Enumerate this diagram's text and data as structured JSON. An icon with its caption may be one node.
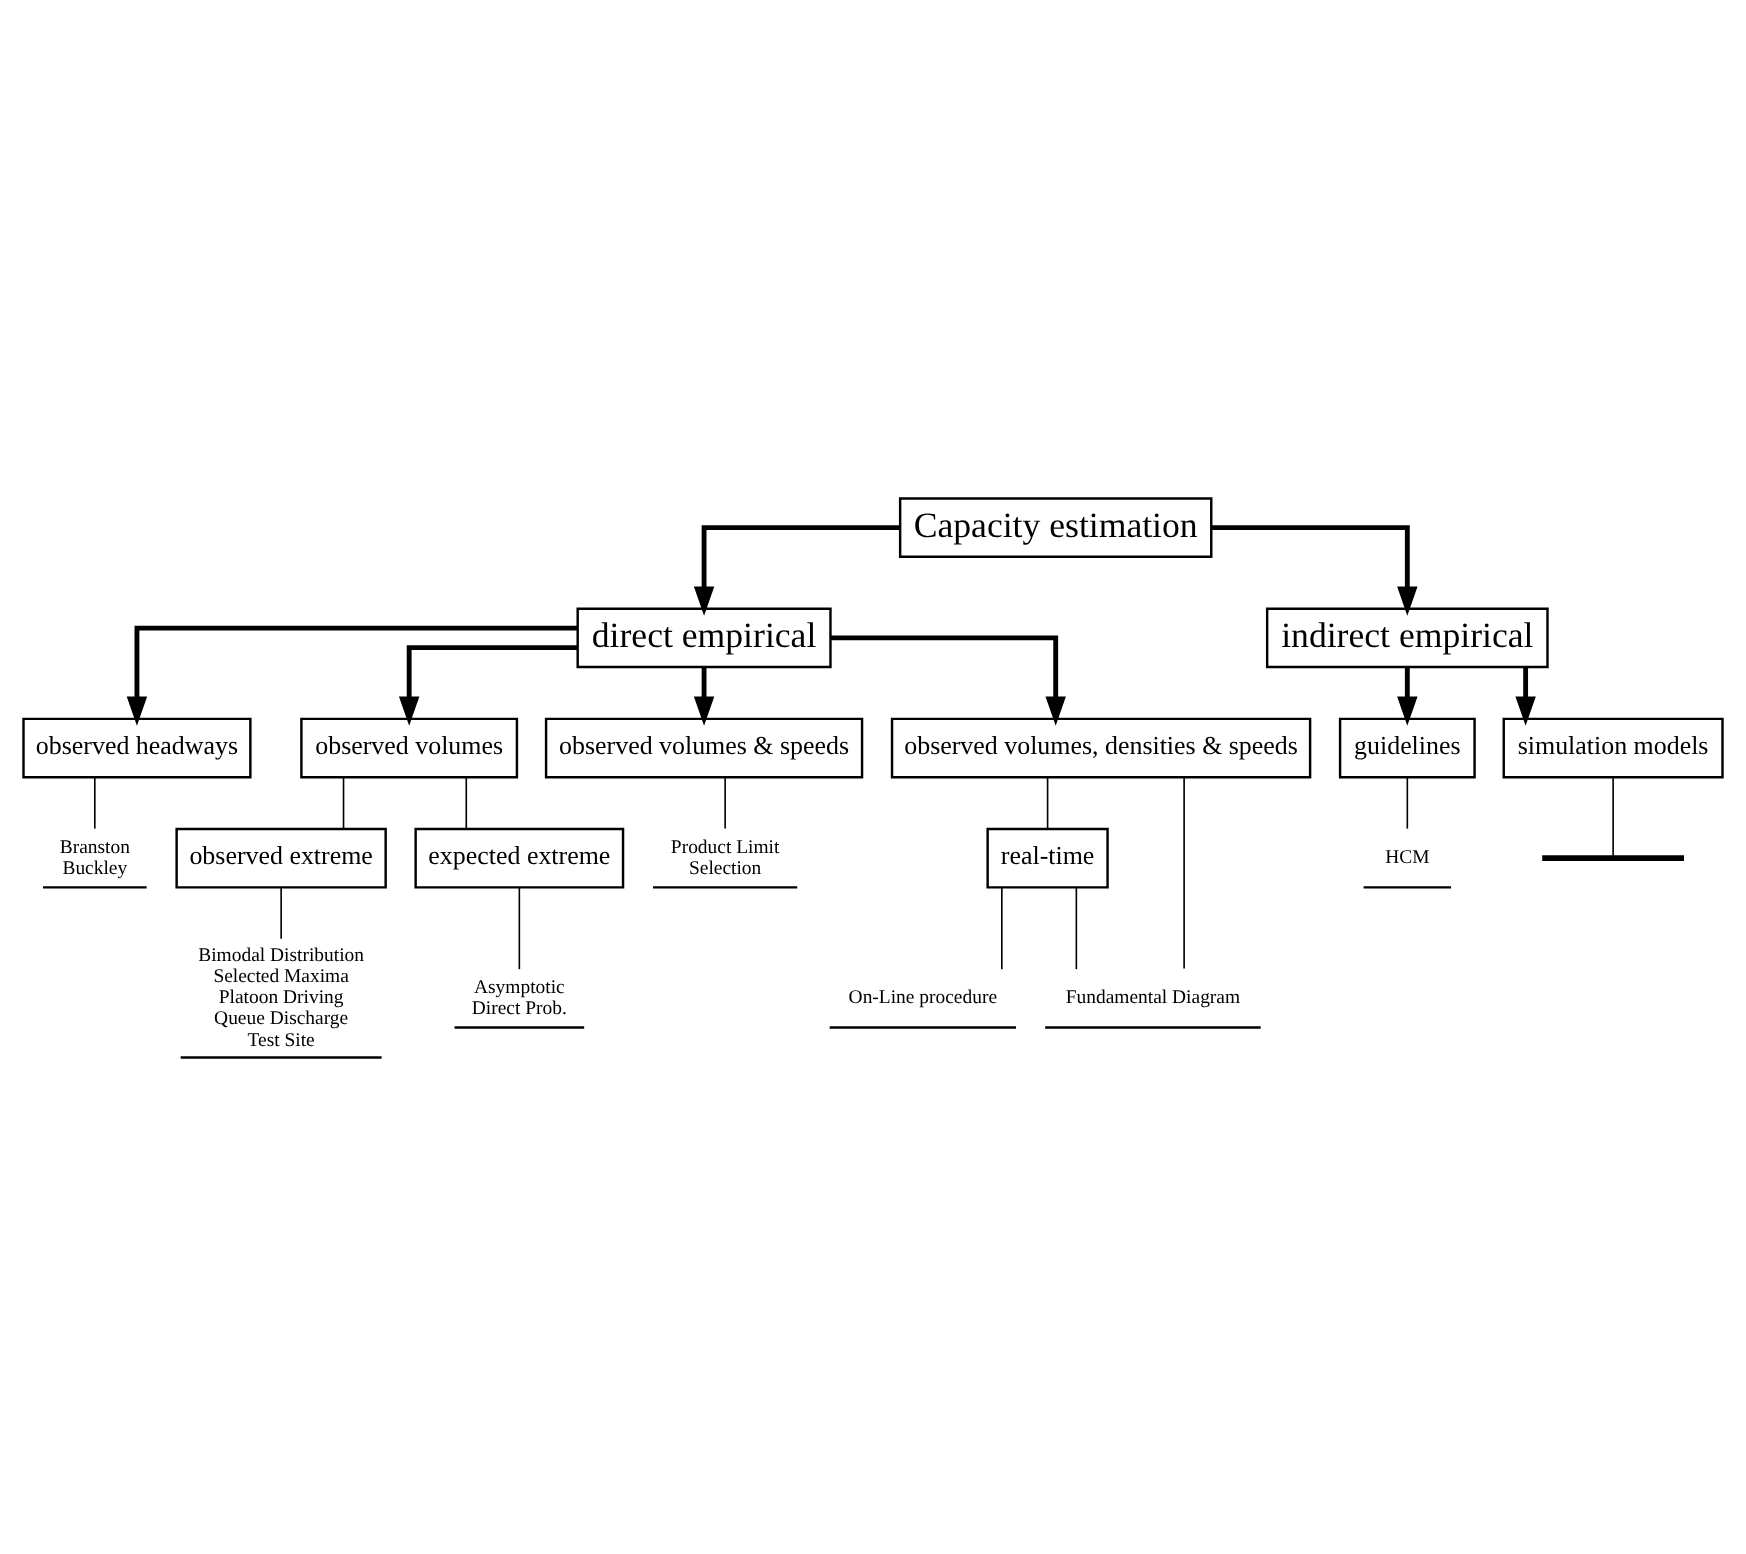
{
  "diagram": {
    "nodes": [
      {
        "text": [
          "Capacity estimation"
        ]
      },
      {
        "text": [
          "direct empirical"
        ]
      },
      {
        "text": [
          "indirect empirical"
        ]
      },
      {
        "text": [
          "observed headways"
        ]
      },
      {
        "text": [
          "observed volumes"
        ]
      },
      {
        "text": [
          "observed volumes & speeds"
        ]
      },
      {
        "text": [
          "observed volumes, densities & speeds"
        ]
      },
      {
        "text": [
          "guidelines"
        ]
      },
      {
        "text": [
          "simulation models"
        ]
      },
      {
        "text": [
          "observed extreme"
        ]
      },
      {
        "text": [
          "expected extreme"
        ]
      },
      {
        "text": [
          "real-time"
        ]
      },
      {
        "text": [
          "Branston",
          "Buckley"
        ]
      },
      {
        "text": [
          "Bimodal Distribution",
          "Selected Maxima",
          "Platoon Driving",
          "Queue Discharge",
          "Test Site"
        ]
      },
      {
        "text": [
          "Asymptotic",
          "Direct Prob."
        ]
      },
      {
        "text": [
          "On-Line procedure"
        ]
      },
      {
        "text": [
          "Product Limit",
          "Selection"
        ]
      },
      {
        "text": [
          "Fundamental Diagram"
        ]
      },
      {
        "text": [
          "HCM"
        ]
      },
      {
        "text": [],
        "shape": "bar"
      }
    ],
    "edges": [
      {
        "from": 0,
        "to": 1,
        "arrow": "to",
        "style": "thick"
      },
      {
        "from": 0,
        "to": 2,
        "arrow": "to",
        "style": "thick"
      },
      {
        "from": 1,
        "to": 3,
        "arrow": "to",
        "style": "thick"
      },
      {
        "from": 1,
        "to": 4,
        "arrow": "to",
        "style": "thick"
      },
      {
        "from": 1,
        "to": 5,
        "arrow": "to",
        "style": "thick"
      },
      {
        "from": 1,
        "to": 6,
        "arrow": "to",
        "style": "thick"
      },
      {
        "from": 2,
        "to": 7,
        "arrow": "to",
        "style": "thick"
      },
      {
        "from": 2,
        "to": 8,
        "arrow": "to",
        "style": "thick"
      },
      {
        "from": 4,
        "to": 9,
        "arrow": "none"
      },
      {
        "from": 4,
        "to": 10,
        "arrow": "none"
      },
      {
        "from": 6,
        "to": 11,
        "arrow": "none"
      },
      {
        "from": 3,
        "to": 12,
        "arrow": "none"
      },
      {
        "from": 9,
        "to": 13,
        "arrow": "none"
      },
      {
        "from": 10,
        "to": 14,
        "arrow": "none"
      },
      {
        "from": 11,
        "to": 15,
        "arrow": "none"
      },
      {
        "from": 5,
        "to": 16,
        "arrow": "none"
      },
      {
        "from": 11,
        "to": 17,
        "arrow": "none"
      },
      {
        "from": 6,
        "to": 17,
        "arrow": "none"
      },
      {
        "from": 7,
        "to": 18,
        "arrow": "none"
      },
      {
        "from": 8,
        "to": 19,
        "arrow": "none"
      }
    ]
  }
}
